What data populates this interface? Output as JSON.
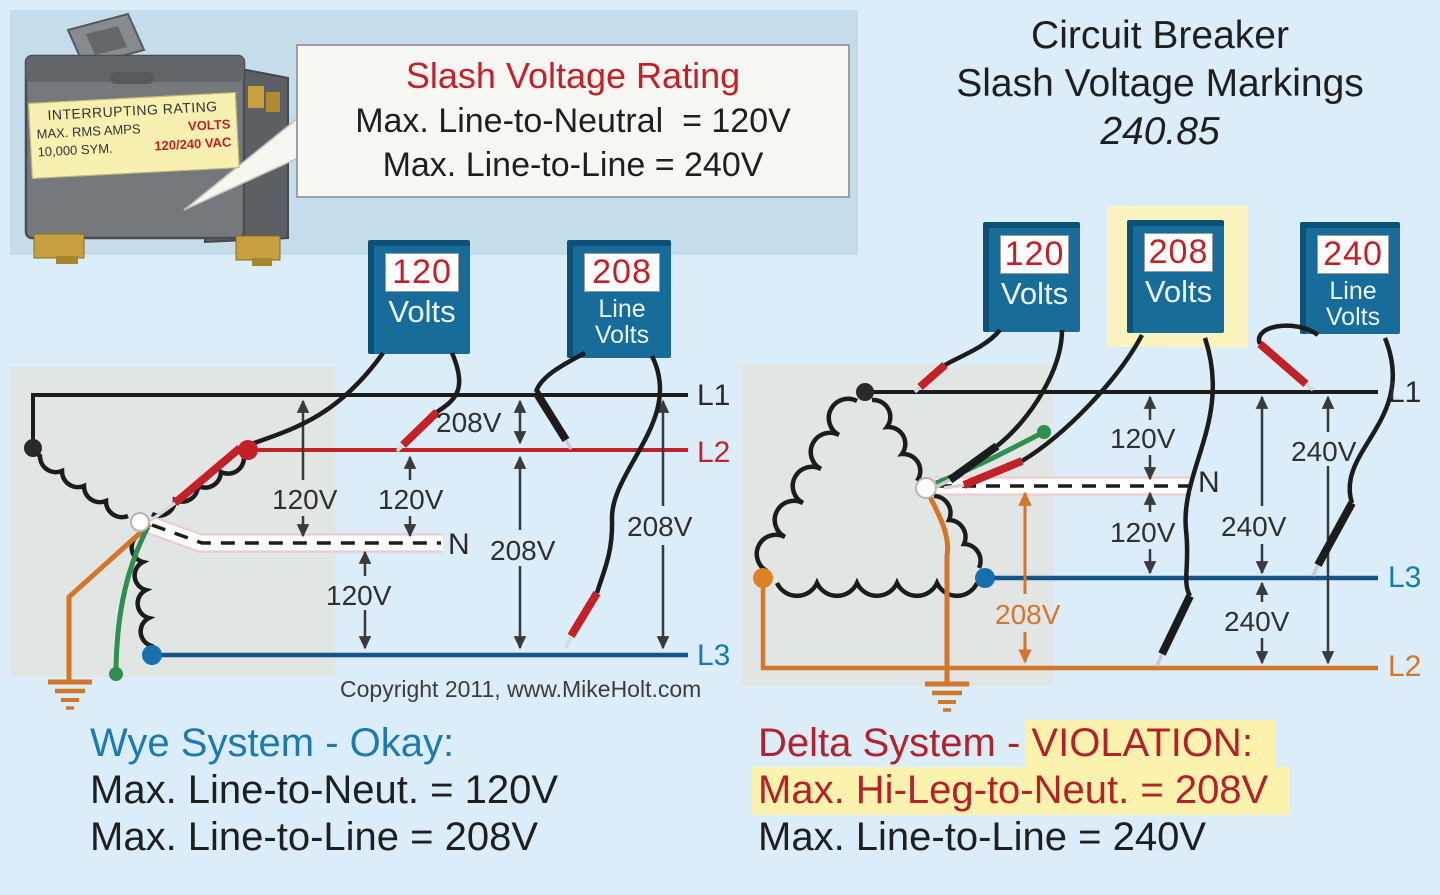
{
  "colors": {
    "background": "#daedf8",
    "panel_blue": "#c5dcea",
    "diagram_gray": "#e1e5e3",
    "meter_blue": "#176c99",
    "red": "#c32128",
    "blue": "#1779b3",
    "dark_blue_line": "#15538a",
    "orange": "#d4762a",
    "green": "#2f8f4e",
    "highlight_yellow": "#fbf2ae",
    "breaker_label_yellow": "#f7f0b0"
  },
  "header": {
    "title_line1": "Circuit Breaker",
    "title_line2": "Slash Voltage Markings",
    "title_line3": "240.85"
  },
  "breaker_label": {
    "title": "INTERRUPTING RATING",
    "amps_label": "MAX. RMS AMPS",
    "volts_label": "VOLTS",
    "amps_value": "10,000 SYM.",
    "volts_value": "120/240 VAC"
  },
  "slash_box": {
    "title": "Slash Voltage Rating",
    "line1": "Max. Line-to-Neutral  = 120V",
    "line2": "Max. Line-to-Line = 240V"
  },
  "meters": {
    "wye_ln": {
      "value": "120",
      "unit": "Volts"
    },
    "wye_ll": {
      "value": "208",
      "unit": "Line\nVolts"
    },
    "delta_ln": {
      "value": "120",
      "unit": "Volts"
    },
    "delta_hileg": {
      "value": "208",
      "unit": "Volts"
    },
    "delta_ll": {
      "value": "240",
      "unit": "Line\nVolts"
    }
  },
  "wye": {
    "phase_l1": "L1",
    "phase_l2": "L2",
    "phase_l3": "L3",
    "neutral": "N",
    "v_l1_n": "120V",
    "v_l2_n": "120V",
    "v_n_l3": "120V",
    "v_l1_l2": "208V",
    "v_l2_l3": "208V",
    "v_l1_l3": "208V",
    "caption_title": "Wye System - Okay:",
    "caption_line1": "Max. Line-to-Neut. = 120V",
    "caption_line2": "Max. Line-to-Line = 208V"
  },
  "delta": {
    "phase_l1": "L1",
    "phase_l2": "L2",
    "phase_l3": "L3",
    "neutral": "N",
    "v_l1_n": "120V",
    "v_n_l3": "120V",
    "v_l1_l3": "240V",
    "v_l3_l2": "240V",
    "v_l1_l2": "240V",
    "v_hileg_n": "208V",
    "caption_title_prefix": "Delta System - ",
    "caption_title_highlight": "VIOLATION:",
    "caption_line1": "Max. Hi-Leg-to-Neut. = 208V",
    "caption_line2": "Max. Line-to-Line = 240V"
  },
  "copyright": "Copyright 2011, www.MikeHolt.com"
}
